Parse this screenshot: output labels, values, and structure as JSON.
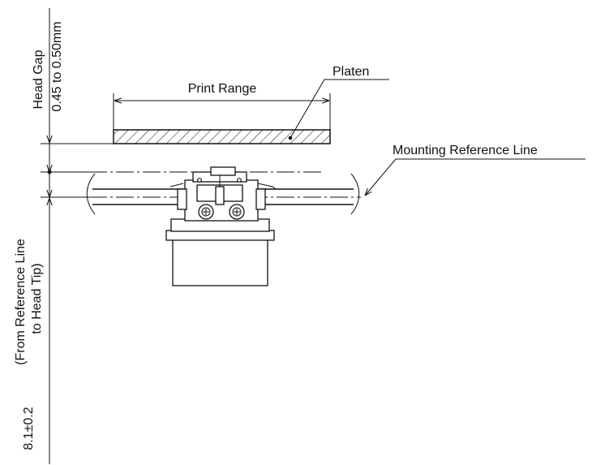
{
  "labels": {
    "head_gap": "Head Gap",
    "head_gap_value": "0.45 to 0.50mm",
    "print_range": "Print Range",
    "platen": "Platen",
    "mounting_reference_line": "Mounting Reference Line",
    "from_reference_line": "(From Reference Line",
    "to_head_tip": "to Head Tip)",
    "head_tip_dimension": "8.1±0.2"
  }
}
